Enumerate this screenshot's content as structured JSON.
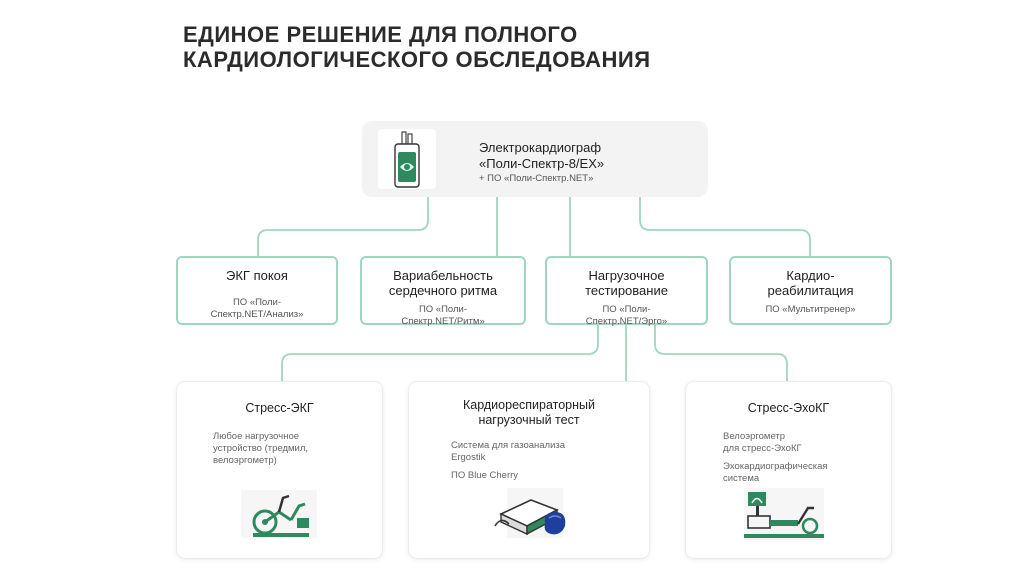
{
  "title": {
    "line1": "ЕДИНОЕ РЕШЕНИЕ ДЛЯ ПОЛНОГО",
    "line2": "КАРДИОЛОГИЧЕСКОГО ОБСЛЕДОВАНИЯ"
  },
  "colors": {
    "accent": "#9ed7bf",
    "icon_green": "#2e8a5e",
    "card_bg": "#f3f3f3"
  },
  "top": {
    "line1": "Электрокардиограф",
    "line2": "«Поли-Спектр-8/EX»",
    "software": "+ ПО «Поли-Спектр.NET»",
    "icon": "ecg-device-icon"
  },
  "modules": [
    {
      "title": [
        "ЭКГ покоя"
      ],
      "software": [
        "ПО «Поли-",
        "Спектр.NET/Анализ»"
      ]
    },
    {
      "title": [
        "Вариабельность",
        "сердечного ритма"
      ],
      "software": [
        "ПО «Поли-",
        "Спектр.NET/Ритм»"
      ]
    },
    {
      "title": [
        "Нагрузочное",
        "тестирование"
      ],
      "software": [
        "ПО «Поли-",
        "Спектр.NET/Эрго»"
      ]
    },
    {
      "title": [
        "Кардио-",
        "реабилитация"
      ],
      "software": [
        "ПО «Мультитренер»"
      ]
    }
  ],
  "stress": [
    {
      "title": [
        "Стресс-ЭКГ"
      ],
      "lines": [
        "Любое нагрузочное",
        "устройство (тредмил,",
        "велоэргометр)"
      ],
      "icon": "exercise-bike-icon"
    },
    {
      "title": [
        "Кардиореспираторный",
        "нагрузочный тест"
      ],
      "lines": [
        "Система для газоанализа",
        "Ergostik"
      ],
      "extra": "ПО Blue Cherry",
      "icon": "gas-analyzer-icon"
    },
    {
      "title": [
        "Стресс-ЭхоКГ"
      ],
      "lines": [
        "Велоэргометр",
        "для стресс-ЭхоКГ"
      ],
      "extra1": "Эхокардиографическая",
      "extra2": "система",
      "icon": "echo-system-icon"
    }
  ]
}
